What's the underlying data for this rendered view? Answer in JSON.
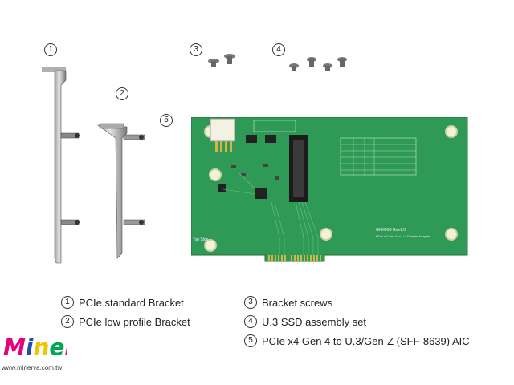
{
  "callouts": [
    "1",
    "2",
    "3",
    "4",
    "5"
  ],
  "legend": [
    {
      "num": "1",
      "label": "PCIe standard Bracket"
    },
    {
      "num": "2",
      "label": "PCIe low profile Bracket"
    },
    {
      "num": "3",
      "label": "Bracket screws"
    },
    {
      "num": "4",
      "label": "U.3 SSD assembly set"
    },
    {
      "num": "5",
      "label": "PCIe x4 Gen 4 to U.3/Gen-Z (SFF-8639) AIC"
    }
  ],
  "card": {
    "model": "GI4640B Rev1.0",
    "description": "PCIe x4 Gen 4 to U.3 Female Adapter",
    "top_side": "Top Side"
  },
  "brand": {
    "logo": "Minerva",
    "url": "www.minerva.com.tw"
  }
}
